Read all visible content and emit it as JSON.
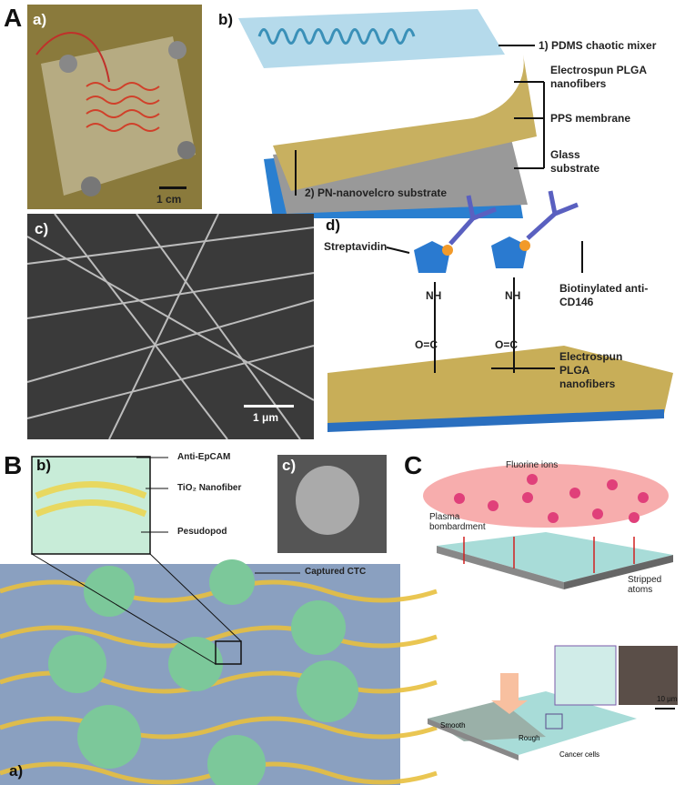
{
  "panelA": {
    "label": "A",
    "a": {
      "label": "a)",
      "scale": "1 cm"
    },
    "b": {
      "label": "b)",
      "pdms": "1) PDMS chaotic mixer",
      "plga": "Electrospun PLGA nanofibers",
      "pps": "PPS membrane",
      "glass": "Glass substrate",
      "substrate": "2) PN-nanovelcro substrate"
    },
    "c": {
      "label": "c)",
      "scale": "1 μm"
    },
    "d": {
      "label": "d)",
      "streptavidin": "Streptavidin",
      "antibody": "Biotinylated anti-CD146",
      "nanofibers": "Electrospun PLGA nanofibers",
      "nh": "NH",
      "oc": "O=C"
    }
  },
  "panelB": {
    "label": "B",
    "a": {
      "label": "a)",
      "captured": "Captured CTC"
    },
    "b": {
      "label": "b)",
      "antibody": "Anti-EpCAM",
      "fiber": "TiO₂ Nanofiber",
      "pseudopod": "Pesudopod"
    },
    "c": {
      "label": "c)"
    }
  },
  "panelC": {
    "label": "C",
    "ions": "Fluorine ions",
    "plasma": "Plasma bombardment",
    "stripped": "Stripped atoms",
    "smooth": "Smooth",
    "rough": "Rough",
    "cells": "Cancer cells",
    "scale": "10 μm"
  }
}
